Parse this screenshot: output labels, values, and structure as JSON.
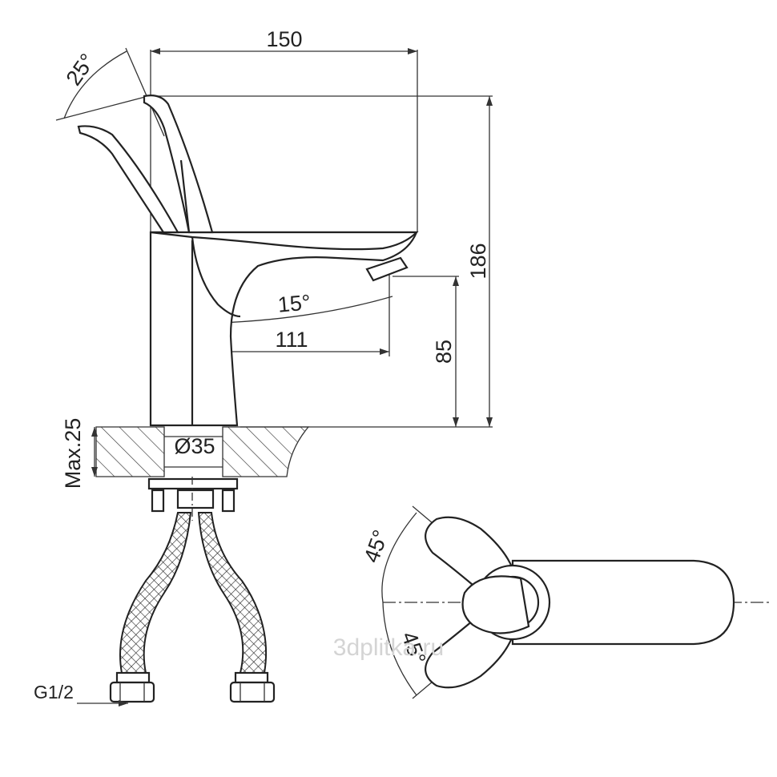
{
  "dimensions": {
    "width": "150",
    "height": "186",
    "spout_reach": "111",
    "spout_height": "85",
    "countertop": "Max.25",
    "hole_diameter": "Ø35",
    "handle_tilt": "25°",
    "spout_angle": "15°",
    "rotation_left": "45°",
    "rotation_right": "45°",
    "thread": "G1/2"
  },
  "watermark": "3dplitka.ru",
  "colors": {
    "line": "#222222",
    "watermark": "#d4d4d4",
    "background": "#ffffff"
  }
}
